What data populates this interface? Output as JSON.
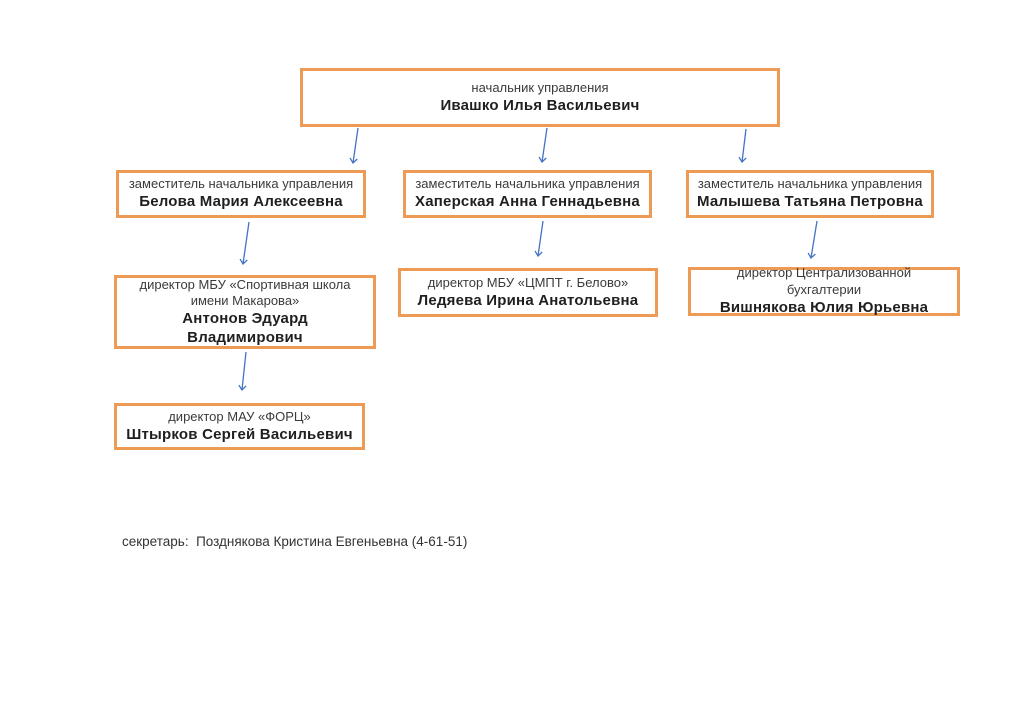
{
  "diagram": {
    "nodes": [
      {
        "id": "head",
        "title": "начальник управления",
        "name": "Ивашко Илья Васильевич"
      },
      {
        "id": "deputy-1",
        "title": "заместитель начальника управления",
        "name": "Белова Мария Алексеевна"
      },
      {
        "id": "deputy-2",
        "title": "заместитель начальника управления",
        "name": "Хаперская Анна Геннадьевна"
      },
      {
        "id": "deputy-3",
        "title": "заместитель начальника управления",
        "name": "Малышева Татьяна Петровна"
      },
      {
        "id": "director-sport-school",
        "title": "директор МБУ «Спортивная школа имени Макарова»",
        "name": "Антонов Эдуард Владимирович"
      },
      {
        "id": "director-cmpt",
        "title": "директор МБУ «ЦМПТ г. Белово»",
        "name": "Ледяева Ирина Анатольевна"
      },
      {
        "id": "director-accounting",
        "title": "директор Централизованной бухгалтерии",
        "name": "Вишнякова Юлия Юрьевна"
      },
      {
        "id": "director-forc",
        "title": "директор МАУ «ФОРЦ»",
        "name": "Штырков Сергей Васильевич"
      }
    ],
    "footer": "секретарь:  Позднякова Кристина Евгеньевна (4-61-51)",
    "colors": {
      "box_border": "#ED9B54",
      "arrow": "#4472C4"
    }
  }
}
